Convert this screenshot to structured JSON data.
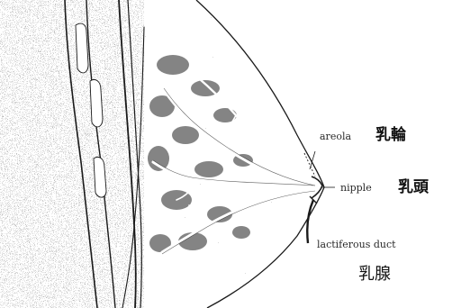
{
  "figure": {
    "labels": {
      "areola": {
        "en": "areola",
        "jp": "乳輪"
      },
      "nipple": {
        "en": "nipple",
        "jp": "乳頭"
      },
      "duct": {
        "en": "lactiferous duct",
        "jp": "乳腺"
      }
    },
    "colors": {
      "ink": "#1a1a1a",
      "stipple_dark": "#5a5a5a",
      "stipple_light": "#9a9a9a",
      "paper": "#ffffff"
    }
  }
}
